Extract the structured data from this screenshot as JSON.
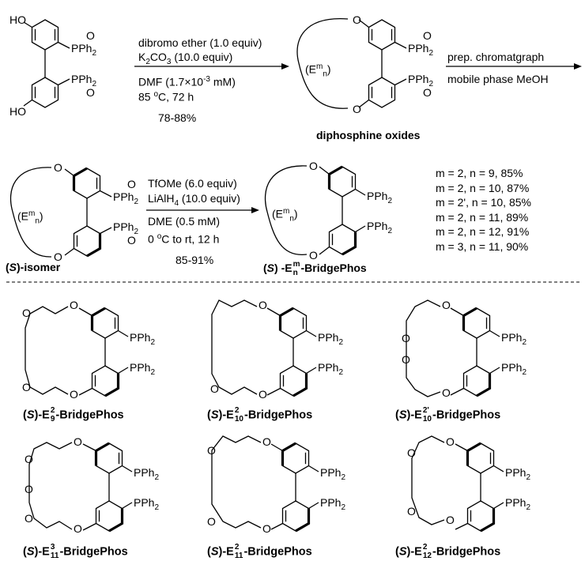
{
  "reaction1": {
    "conditions": [
      "dibromo ether (1.0 equiv)",
      "K2CO3 (10.0 equiv)",
      "DMF (1.7×10-3 mM)",
      "85 °C, 72 h"
    ],
    "yield": "78-88%",
    "product_label": "diphosphine oxides"
  },
  "reaction2": {
    "conditions": [
      "prep. chromatgraph",
      "mobile phase MeOH"
    ]
  },
  "reaction3": {
    "conditions": [
      "TfOMe (6.0 equiv)",
      "LiAlH4 (10.0 equiv)",
      "DME (0.5 mM)",
      "0 °C to rt, 12 h"
    ],
    "yield": "85-91%",
    "start_label": "(S)-isomer",
    "product_label": "(S) -Enm-BridgePhos"
  },
  "yields": [
    "m = 2, n = 9, 85%",
    "m = 2, n = 10, 87%",
    "m = 2', n = 10, 85%",
    "m = 2, n = 11, 89%",
    "m = 2, n = 12, 91%",
    "m = 3, n = 11, 90%"
  ],
  "atoms": {
    "ho": "HO",
    "o": "O",
    "pph2": "PPh2",
    "ppph2": "PPh2",
    "ring_E": "E",
    "ring_m": "m",
    "ring_n": "n"
  },
  "ligands": [
    {
      "sup": "2",
      "sub": "9",
      "name": "-BridgePhos"
    },
    {
      "sup": "2",
      "sub": "10",
      "name": "-BridgePhos"
    },
    {
      "sup": "2'",
      "sub": "10",
      "name": "-BridgePhos"
    },
    {
      "sup": "3",
      "sub": "11",
      "name": "-BridgePhos"
    },
    {
      "sup": "2",
      "sub": "11",
      "name": "-BridgePhos"
    },
    {
      "sup": "2",
      "sub": "12",
      "name": "-BridgePhos"
    }
  ]
}
